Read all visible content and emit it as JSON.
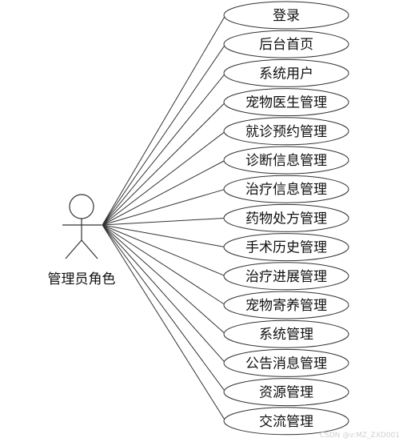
{
  "actor": {
    "label": "管理员角色"
  },
  "use_cases": [
    {
      "label": "登录"
    },
    {
      "label": "后台首页"
    },
    {
      "label": "系统用户"
    },
    {
      "label": "宠物医生管理"
    },
    {
      "label": "就诊预约管理"
    },
    {
      "label": "诊断信息管理"
    },
    {
      "label": "治疗信息管理"
    },
    {
      "label": "药物处方管理"
    },
    {
      "label": "手术历史管理"
    },
    {
      "label": "治疗进展管理"
    },
    {
      "label": "宠物寄养管理"
    },
    {
      "label": "系统管理"
    },
    {
      "label": "公告消息管理"
    },
    {
      "label": "资源管理"
    },
    {
      "label": "交流管理"
    }
  ],
  "watermark": "CSDN @v:MZ_ZXD001"
}
